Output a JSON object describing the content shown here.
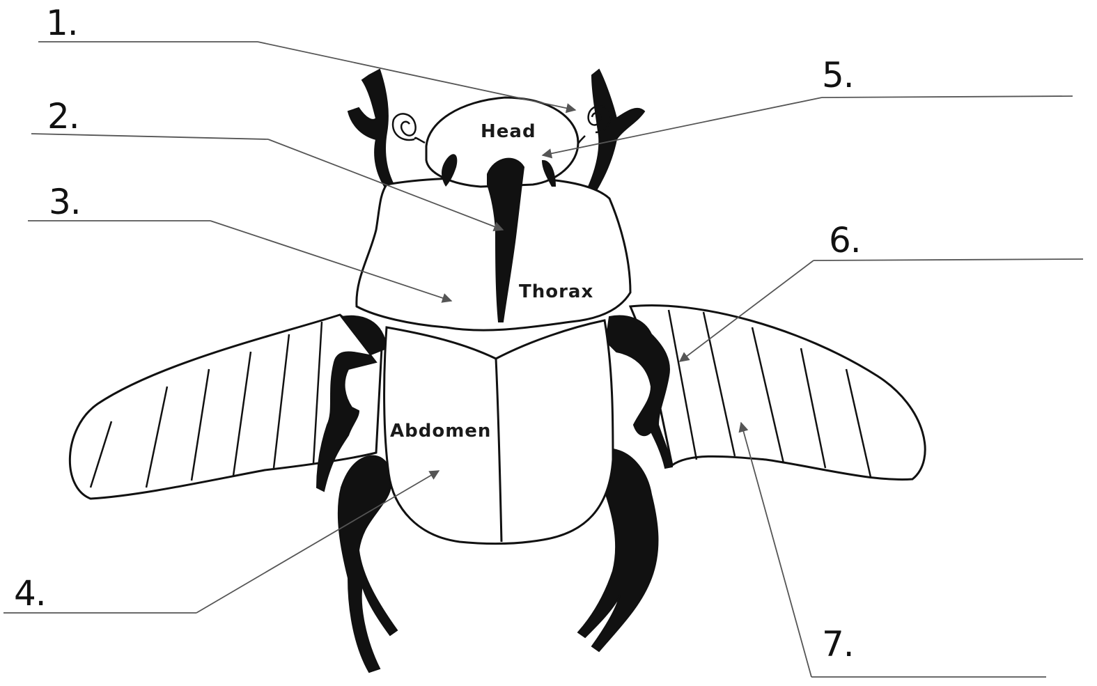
{
  "numbers": [
    "1.",
    "2.",
    "3.",
    "4.",
    "5.",
    "6.",
    "7."
  ],
  "parts": {
    "head": "Head",
    "thorax": "Thorax",
    "abdomen": "Abdomen"
  },
  "colors": {
    "ink": "#111111",
    "pointer": "#555555",
    "background": "#ffffff"
  }
}
